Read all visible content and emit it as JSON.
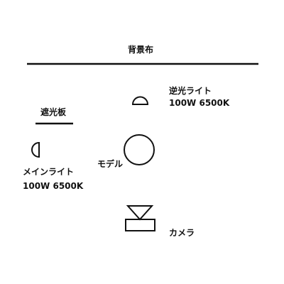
{
  "colors": {
    "stroke": "#111111",
    "background": "#ffffff"
  },
  "backdrop": {
    "label": "背景布"
  },
  "reflector": {
    "label": "遮光板"
  },
  "back_light": {
    "name": "逆光ライト",
    "spec": "100W 6500K",
    "icon": "half-circle-up-icon"
  },
  "main_light": {
    "name": "メインライト",
    "spec": "100W 6500K",
    "icon": "half-circle-left-icon"
  },
  "model": {
    "label": "モデル",
    "icon": "circle-icon"
  },
  "camera": {
    "label": "カメラ",
    "icon": "camera-icon"
  }
}
